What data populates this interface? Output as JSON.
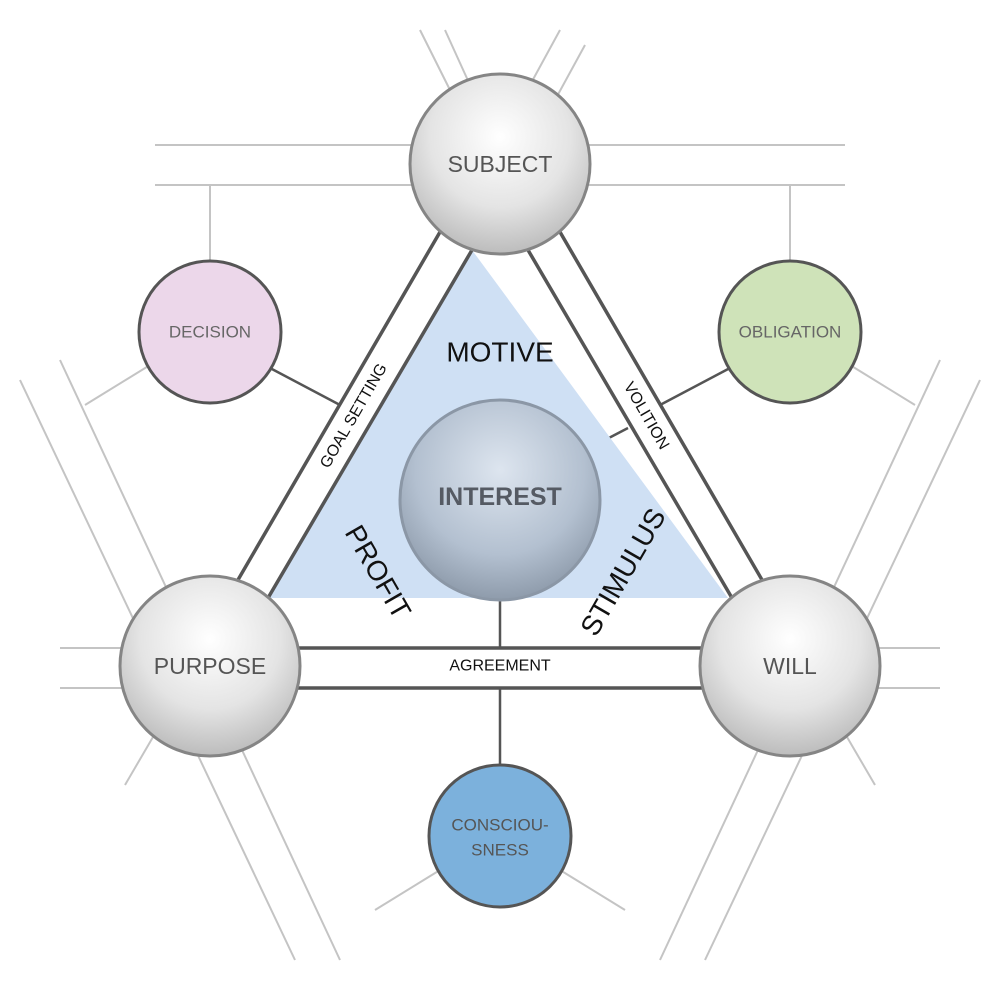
{
  "nodes": {
    "subject": "SUBJECT",
    "purpose": "PURPOSE",
    "will": "WILL",
    "center": "INTEREST"
  },
  "satellites": {
    "decision": "DECISION",
    "obligation": "OBLIGATION",
    "consciousness_line1": "CONSCIOU-",
    "consciousness_line2": "SNESS"
  },
  "regions": {
    "top": "MOTIVE",
    "left": "PROFIT",
    "right": "STIMULUS"
  },
  "edges": {
    "left": "GOAL SETTING",
    "right": "VOLITION",
    "bottom": "AGREEMENT"
  },
  "colors": {
    "triangle_fill": "#cfe0f4",
    "decision_fill": "#ecd7ea",
    "obligation_fill": "#cfe3b9",
    "consciousness_fill": "#7cb1dc",
    "node_fill": "#e3e3e3",
    "outline": "#555555"
  }
}
